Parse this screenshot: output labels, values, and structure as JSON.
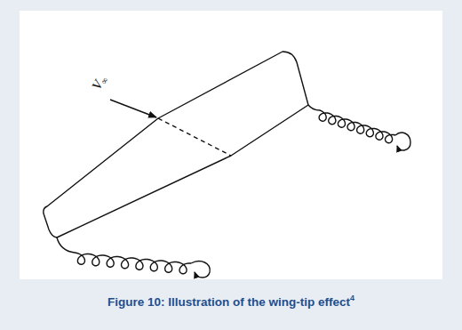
{
  "diagram": {
    "caption": "Figure 10: Illustration of the wing-tip effect",
    "labels": [
      "V",
      "∞",
      "4"
    ]
  }
}
